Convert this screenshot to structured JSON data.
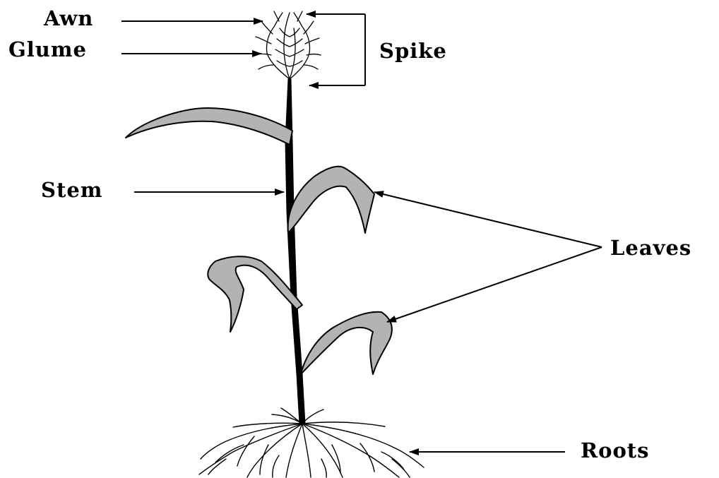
{
  "labels": {
    "awn": "Awn",
    "glume": "Glume",
    "spike": "Spike",
    "stem": "Stem",
    "leaves": "Leaves",
    "roots": "Roots"
  },
  "colors": {
    "ink": "#000000",
    "leaf_fill": "#b3b3b3",
    "background": "#ffffff"
  }
}
